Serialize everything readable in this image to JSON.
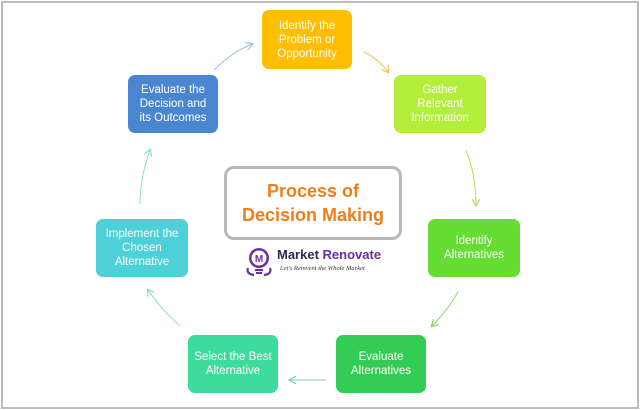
{
  "diagram": {
    "title_line1": "Process of",
    "title_line2": "Decision Making",
    "steps": [
      {
        "id": "identify-problem",
        "label": "Identify the Problem or Opportunity",
        "color": "#ffbf00"
      },
      {
        "id": "gather-information",
        "label": "Gather Relevant Information",
        "color": "#b3ee3a"
      },
      {
        "id": "identify-alternatives",
        "label": "Identify Alternatives",
        "color": "#66dd33"
      },
      {
        "id": "evaluate-alternatives",
        "label": "Evaluate Alternatives",
        "color": "#33cc55"
      },
      {
        "id": "select-best",
        "label": "Select the Best Alternative",
        "color": "#3ddc9c"
      },
      {
        "id": "implement",
        "label": "Implement the Chosen Alternative",
        "color": "#4dd0d8"
      },
      {
        "id": "evaluate-decision",
        "label": "Evaluate the Decision and its Outcomes",
        "color": "#4a86cf"
      }
    ]
  },
  "logo": {
    "name_part1": "Market",
    "name_part2": "Renovate",
    "tagline": "Let's Reinvent the Whole Market",
    "accent_color": "#6a2fa3"
  }
}
